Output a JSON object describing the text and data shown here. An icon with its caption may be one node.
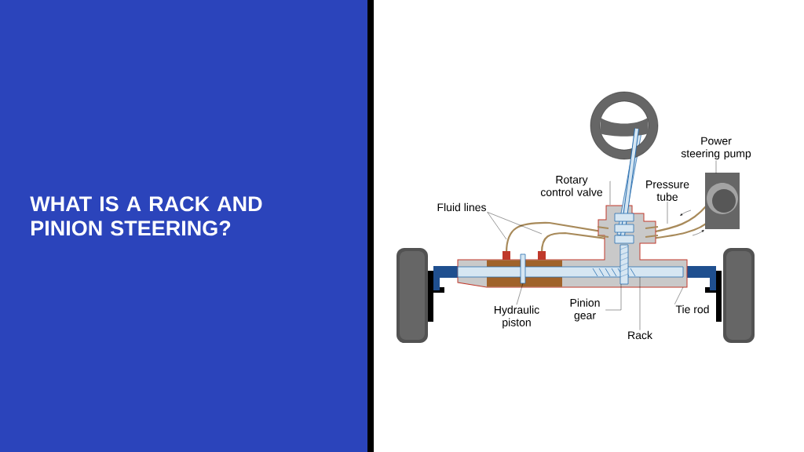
{
  "diagram": {
    "title": "WHAT IS A RACK AND PINION STEERING?",
    "nodes": [
      {
        "text": [
          "Power steering pump"
        ]
      },
      {
        "text": [
          "Rotary control valve"
        ]
      },
      {
        "text": [
          "Pressure tube"
        ]
      },
      {
        "text": [
          "Fluid lines"
        ]
      },
      {
        "text": [
          "Hydraulic piston"
        ]
      },
      {
        "text": [
          "Pinion gear"
        ]
      },
      {
        "text": [
          "Tie rod"
        ]
      },
      {
        "text": [
          "Rack"
        ]
      }
    ],
    "edges": [
      {
        "from": 0,
        "to": null,
        "arrow": "none"
      },
      {
        "from": 1,
        "to": null,
        "arrow": "none"
      },
      {
        "from": 2,
        "to": null,
        "arrow": "none"
      },
      {
        "from": 3,
        "to": null,
        "arrow": "none"
      },
      {
        "from": 3,
        "to": null,
        "arrow": "none"
      },
      {
        "from": 4,
        "to": null,
        "arrow": "none"
      },
      {
        "from": 5,
        "to": null,
        "arrow": "none"
      },
      {
        "from": 6,
        "to": null,
        "arrow": "none"
      },
      {
        "from": 7,
        "to": null,
        "arrow": "none"
      }
    ]
  }
}
